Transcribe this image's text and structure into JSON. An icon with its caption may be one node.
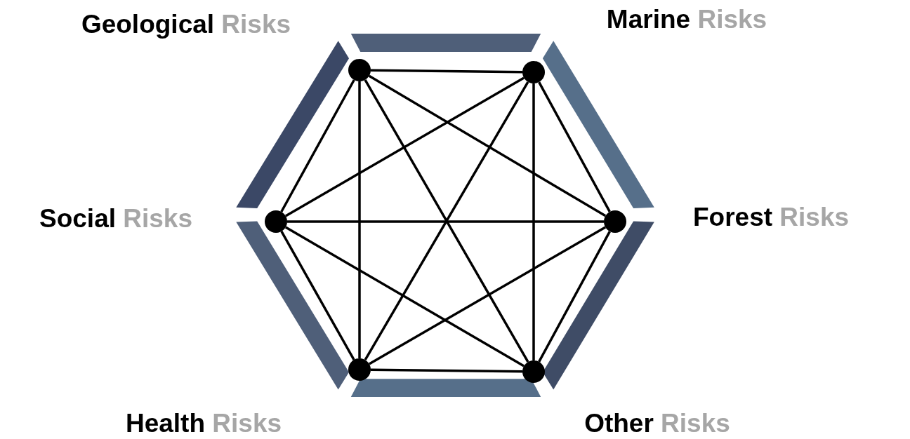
{
  "diagram": {
    "nodes": [
      {
        "text": [],
        "shape": "circle",
        "beside": [
          "Geological Risks"
        ]
      },
      {
        "text": [],
        "shape": "circle",
        "beside": [
          "Marine Risks"
        ]
      },
      {
        "text": [],
        "shape": "circle",
        "beside": [
          "Social Risks"
        ]
      },
      {
        "text": [],
        "shape": "circle",
        "beside": [
          "Forest Risks"
        ]
      },
      {
        "text": [],
        "shape": "circle",
        "beside": [
          "Health Risks"
        ]
      },
      {
        "text": [],
        "shape": "circle",
        "beside": [
          "Other Risks"
        ]
      }
    ],
    "edges": [
      {
        "from": 0,
        "to": 1,
        "arrow": "none"
      },
      {
        "from": 0,
        "to": 2,
        "arrow": "none"
      },
      {
        "from": 0,
        "to": 3,
        "arrow": "none"
      },
      {
        "from": 0,
        "to": 4,
        "arrow": "none"
      },
      {
        "from": 0,
        "to": 5,
        "arrow": "none"
      },
      {
        "from": 1,
        "to": 2,
        "arrow": "none"
      },
      {
        "from": 1,
        "to": 3,
        "arrow": "none"
      },
      {
        "from": 1,
        "to": 4,
        "arrow": "none"
      },
      {
        "from": 1,
        "to": 5,
        "arrow": "none"
      },
      {
        "from": 2,
        "to": 3,
        "arrow": "none"
      },
      {
        "from": 2,
        "to": 4,
        "arrow": "none"
      },
      {
        "from": 2,
        "to": 5,
        "arrow": "none"
      },
      {
        "from": 3,
        "to": 4,
        "arrow": "none"
      },
      {
        "from": 3,
        "to": 5,
        "arrow": "none"
      },
      {
        "from": 4,
        "to": 5,
        "arrow": "none"
      }
    ]
  }
}
